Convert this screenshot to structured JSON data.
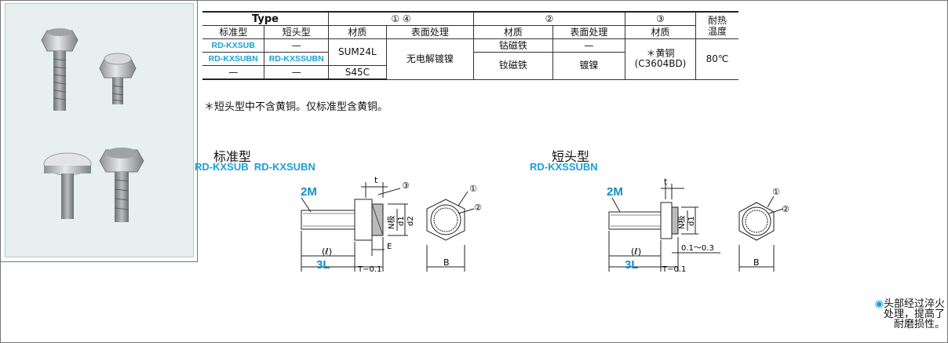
{
  "table": {
    "h_type": "Type",
    "h_g14": "① ④",
    "h_g2": "②",
    "h_g3": "③",
    "h_heat": "耐热温度",
    "h_std": "标准型",
    "h_short": "短头型",
    "h_mat1": "材质",
    "h_surf1": "表面处理",
    "h_mat2": "材质",
    "h_surf2": "表面处理",
    "h_mat3": "材质",
    "r1_std": "RD-KXSUB",
    "r1_short": "—",
    "r2_std": "RD-KXSUBN",
    "r2_short": "RD-KXSSUBN",
    "r3_std": "—",
    "r3_short": "—",
    "mat_sum": "SUM24L",
    "mat_s45c": "S45C",
    "surface": "无电解镀镍",
    "mag1": "钴磁铁",
    "dash": "—",
    "mag2": "钕磁铁",
    "nickel": "镀镍",
    "brass": "＊黄铜",
    "brass_code": "(C3604BD)",
    "heat": "80℃"
  },
  "note": "＊短头型中不含黄铜。仅标准型含黄铜。",
  "std": {
    "title": "标准型",
    "pn": "RD-KXSUB  RD-KXSUBN",
    "m": "2M",
    "l": "3L",
    "ell": "(ℓ)",
    "t": "t",
    "n": "N极",
    "d1": "d1",
    "d2": "d2",
    "e": "E",
    "tol": "T−0.1",
    "b": "B",
    "c1": "①",
    "c2": "②",
    "c3": "③"
  },
  "short": {
    "title": "短头型",
    "pn": "RD-KXSSUBN",
    "m": "2M",
    "l": "3L",
    "ell": "(ℓ)",
    "t": "t",
    "n": "N极",
    "d1": "d1",
    "gap": "0.1〜0.3",
    "tol": "T−0.1",
    "b": "B",
    "c1": "①",
    "c2": "②"
  },
  "side": {
    "icon": "lightbulb-icon",
    "line1": "头部经过淬火",
    "line2": "处理，提高了",
    "line3": "耐磨损性。"
  },
  "colors": {
    "accent": "#1aa0d8",
    "photo_bg": "#e7f0ee"
  }
}
